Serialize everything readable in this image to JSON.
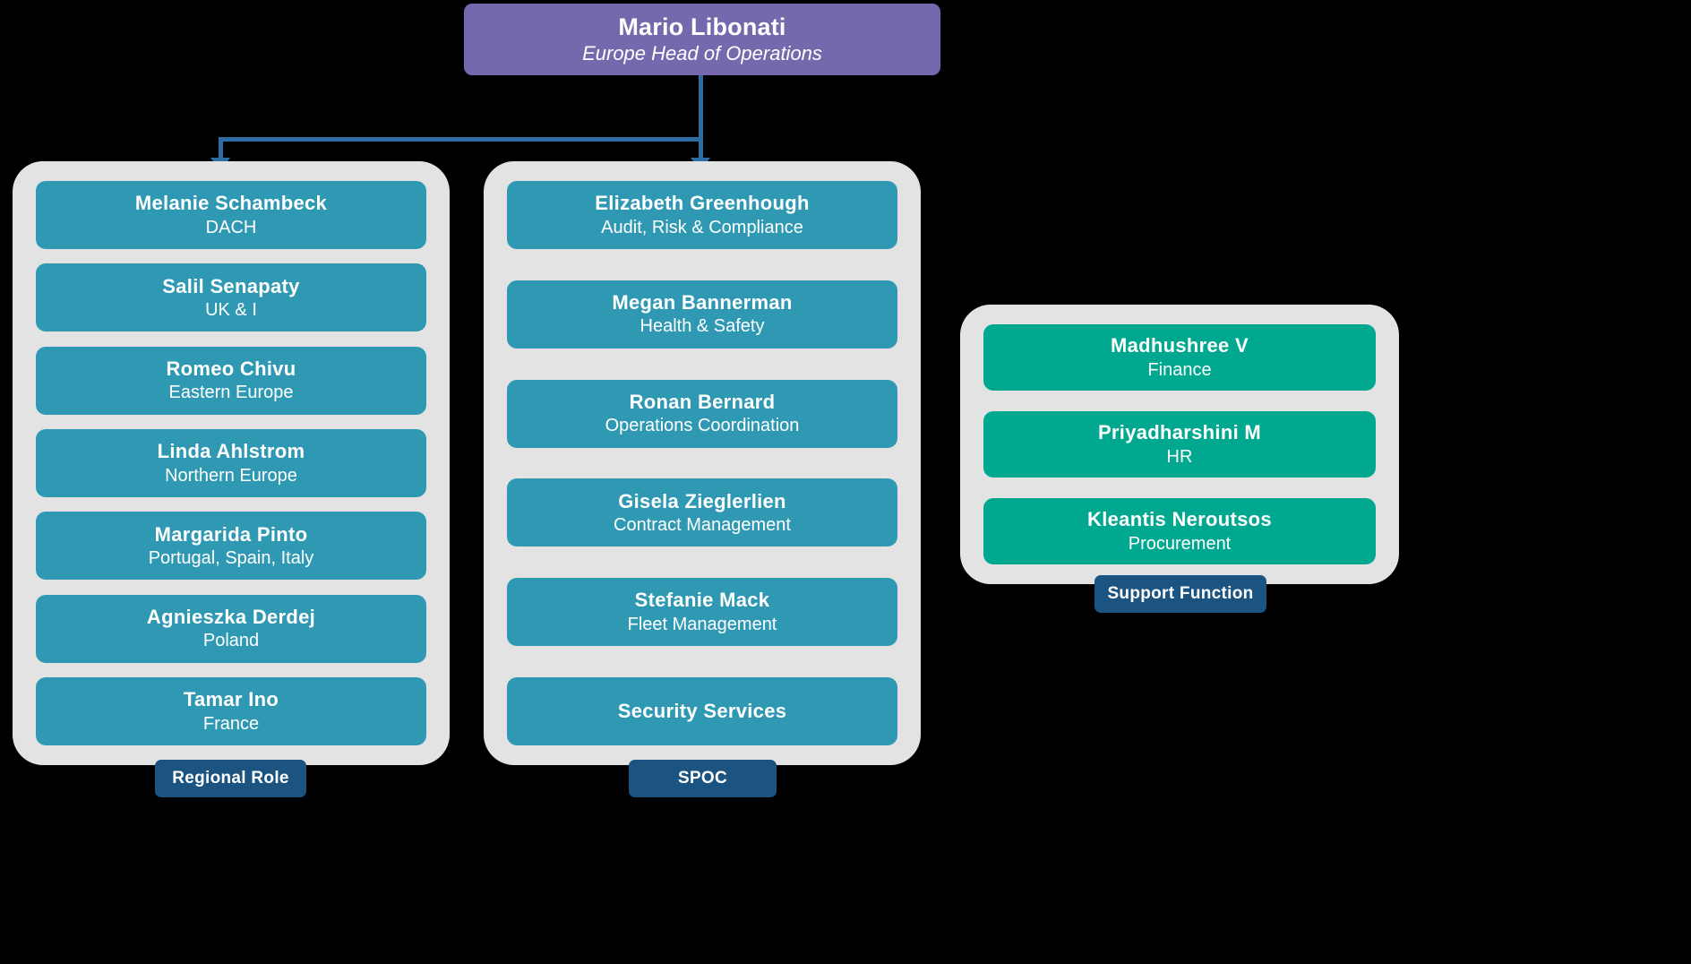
{
  "root": {
    "name": "Mario Libonati",
    "title": "Europe Head of Operations"
  },
  "colors": {
    "root_box": "#7668ad",
    "connector": "#2e6ca4",
    "group_container": "#e3e3e3",
    "card_teal": "#2f99b4",
    "card_green": "#00a890",
    "badge": "#1b5480",
    "background": "#000000"
  },
  "groups": [
    {
      "id": "regional",
      "badge": "Regional Role",
      "cards": [
        {
          "name": "Melanie Schambeck",
          "sub": "DACH"
        },
        {
          "name": "Salil Senapaty",
          "sub": "UK & I"
        },
        {
          "name": "Romeo Chivu",
          "sub": "Eastern Europe"
        },
        {
          "name": "Linda Ahlstrom",
          "sub": "Northern Europe"
        },
        {
          "name": "Margarida Pinto",
          "sub": "Portugal, Spain, Italy"
        },
        {
          "name": "Agnieszka Derdej",
          "sub": "Poland"
        },
        {
          "name": "Tamar Ino",
          "sub": "France"
        }
      ]
    },
    {
      "id": "spoc",
      "badge": "SPOC",
      "cards": [
        {
          "name": "Elizabeth Greenhough",
          "sub": "Audit, Risk & Compliance"
        },
        {
          "name": "Megan Bannerman",
          "sub": "Health & Safety"
        },
        {
          "name": "Ronan Bernard",
          "sub": "Operations Coordination"
        },
        {
          "name": "Gisela Zieglerlien",
          "sub": "Contract Management"
        },
        {
          "name": "Stefanie Mack",
          "sub": "Fleet Management"
        },
        {
          "name": "Security Services",
          "sub": ""
        }
      ]
    },
    {
      "id": "support",
      "badge": "Support Function",
      "cards": [
        {
          "name": "Madhushree V",
          "sub": "Finance"
        },
        {
          "name": "Priyadharshini M",
          "sub": "HR"
        },
        {
          "name": "Kleantis Neroutsos",
          "sub": "Procurement"
        }
      ]
    }
  ]
}
